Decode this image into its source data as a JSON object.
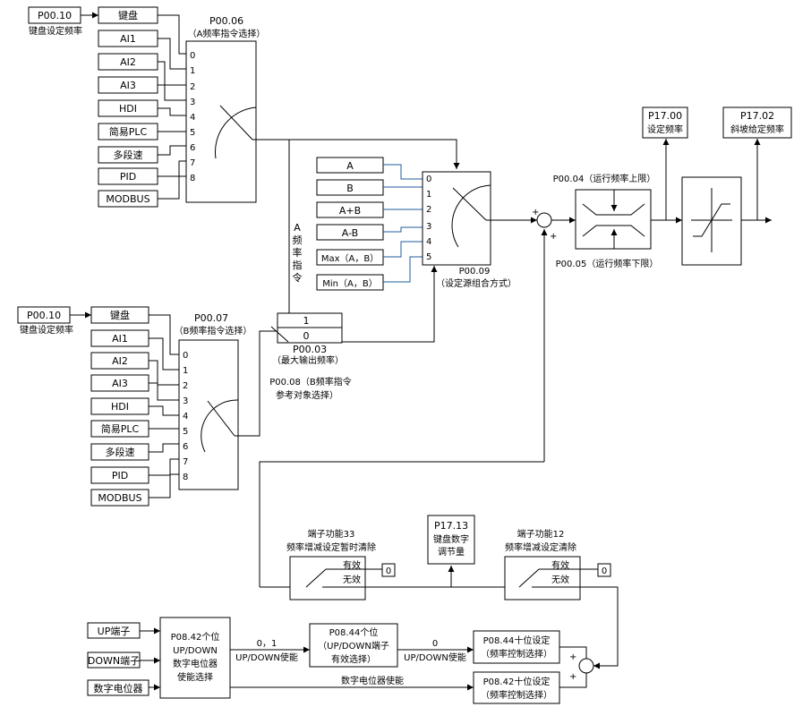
{
  "top": {
    "p0010": "P00.10",
    "p0010_desc": "键盘设定频率",
    "p0006": "P00.06",
    "p0006_desc": "（A频率指令选择）",
    "sources": [
      "键盘",
      "AI1",
      "AI2",
      "AI3",
      "HDI",
      "简易PLC",
      "多段速",
      "PID",
      "MODBUS"
    ],
    "indices": [
      "0",
      "1",
      "2",
      "3",
      "4",
      "5",
      "6",
      "7",
      "8"
    ]
  },
  "bottom": {
    "p0010": "P00.10",
    "p0010_desc": "键盘设定频率",
    "p0007": "P00.07",
    "p0007_desc": "（B频率指令选择）",
    "sources": [
      "键盘",
      "AI1",
      "AI2",
      "AI3",
      "HDI",
      "简易PLC",
      "多段速",
      "PID",
      "MODBUS"
    ],
    "indices": [
      "0",
      "1",
      "2",
      "3",
      "4",
      "5",
      "6",
      "7",
      "8"
    ]
  },
  "combo": {
    "options": [
      "A",
      "B",
      "A+B",
      "A-B",
      "Max（A，B）",
      "Min（A，B）"
    ],
    "indices": [
      "0",
      "1",
      "2",
      "3",
      "4",
      "5"
    ],
    "p0009": "P00.09",
    "p0009_desc": "（设定源组合方式）"
  },
  "vertical_label": [
    "A",
    "频",
    "率",
    "指",
    "令"
  ],
  "ref": {
    "one": "1",
    "zero": "0",
    "p0003": "P00.03",
    "p0003_desc": "（最大输出频率）",
    "p0008_l1": "P00.08（B频率指令",
    "p0008_l2": "参考对象选择）"
  },
  "limits": {
    "upper": "P00.04（运行频率上限）",
    "lower": "P00.05（运行频率下限）"
  },
  "outputs": {
    "p1700": "P17.00",
    "p1700_desc": "设定频率",
    "p1702": "P17.02",
    "p1702_desc": "斜坡给定频率"
  },
  "sum_signs": {
    "plus_a": "+",
    "plus_b": "+"
  },
  "terminal33": {
    "title_l1": "端子功能33",
    "title_l2": "频率增减设定暂时清除",
    "valid": "有效",
    "invalid": "无效",
    "zero": "0"
  },
  "terminal12": {
    "title_l1": "端子功能12",
    "title_l2": "频率增减设定清除",
    "valid": "有效",
    "invalid": "无效",
    "zero": "0"
  },
  "p1713": {
    "l1": "P17.13",
    "l2": "键盘数字",
    "l3": "调节量"
  },
  "updown": {
    "up": "UP端子",
    "down": "DOWN端子",
    "pot": "数字电位器",
    "p0842_l1": "P08.42个位",
    "p0842_l2": "UP/DOWN",
    "p0842_l3": "数字电位器",
    "p0842_l4": "使能选择",
    "val01": "0，1",
    "en1": "UP/DOWN使能",
    "p0844_l1": "P08.44个位",
    "p0844_l2": "（UP/DOWN端子",
    "p0844_l3": "有效选择）",
    "val0": "0",
    "en2": "UP/DOWN使能",
    "pot_enable": "数字电位器使能",
    "p0844t_l1": "P08.44十位设定",
    "p0844t_l2": "（频率控制选择）",
    "p0842t_l1": "P08.42十位设定",
    "p0842t_l2": "（频率控制选择）",
    "plus_c": "+",
    "plus_d": "+"
  }
}
